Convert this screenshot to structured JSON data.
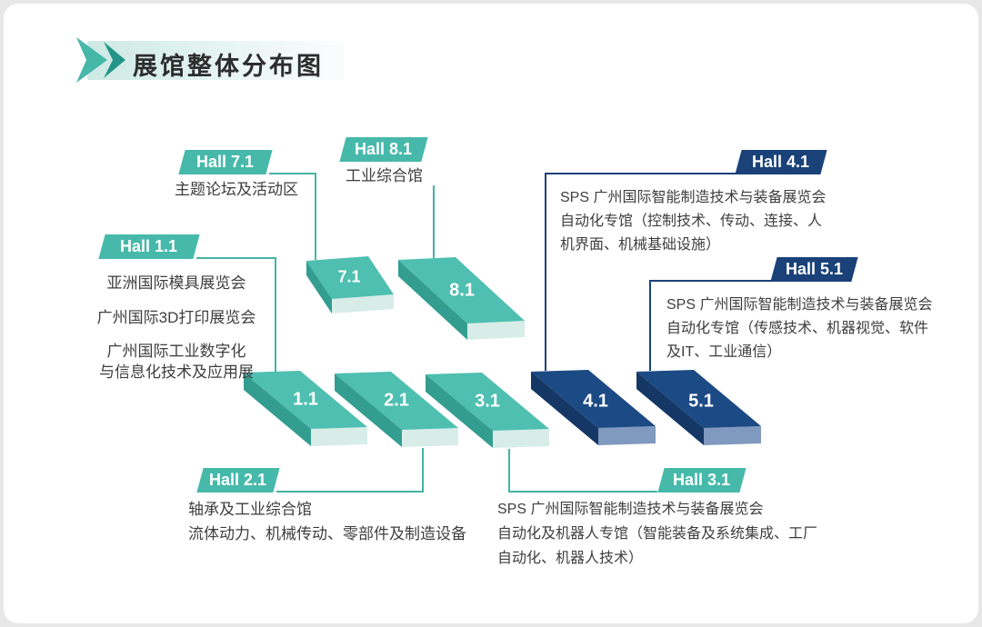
{
  "title": "展馆整体分布图",
  "colors": {
    "teal_label": "#47b9aa",
    "teal_block_top": "#4ebfb0",
    "teal_block_side": "#339d90",
    "teal_block_front": "#d8ede8",
    "navy_label": "#1a4279",
    "navy_block_top": "#1c4a84",
    "navy_block_side": "#153765",
    "navy_block_front": "#8099be",
    "connector_teal": "#45b3a5",
    "connector_navy": "#1b4179",
    "caption_text": "#3e3e3e",
    "title_text": "#2d2d2d"
  },
  "blocks": [
    {
      "num": "7.1"
    },
    {
      "num": "8.1"
    },
    {
      "num": "1.1"
    },
    {
      "num": "2.1"
    },
    {
      "num": "3.1"
    },
    {
      "num": "4.1"
    },
    {
      "num": "5.1"
    }
  ],
  "halls": {
    "h71": {
      "label": "Hall 7.1",
      "lines": [
        "主题论坛及活动区"
      ]
    },
    "h81": {
      "label": "Hall 8.1",
      "lines": [
        "工业综合馆"
      ]
    },
    "h11": {
      "label": "Hall 1.1",
      "lines": [
        "亚洲国际模具展览会",
        "广州国际3D打印展览会",
        "广州国际工业数字化",
        "与信息化技术及应用展"
      ]
    },
    "h41": {
      "label": "Hall 4.1",
      "lines": [
        "SPS 广州国际智能制造技术与装备展览会",
        "自动化专馆（控制技术、传动、连接、人",
        "机界面、机械基础设施）"
      ]
    },
    "h51": {
      "label": "Hall 5.1",
      "lines": [
        "SPS 广州国际智能制造技术与装备展览会",
        "自动化专馆（传感技术、机器视觉、软件",
        "及IT、工业通信）"
      ]
    },
    "h21": {
      "label": "Hall 2.1",
      "lines": [
        "轴承及工业综合馆",
        "流体动力、机械传动、零部件及制造设备"
      ]
    },
    "h31": {
      "label": "Hall 3.1",
      "lines": [
        "SPS 广州国际智能制造技术与装备展览会",
        "自动化及机器人专馆（智能装备及系统集成、工厂",
        "自动化、机器人技术）"
      ]
    }
  }
}
